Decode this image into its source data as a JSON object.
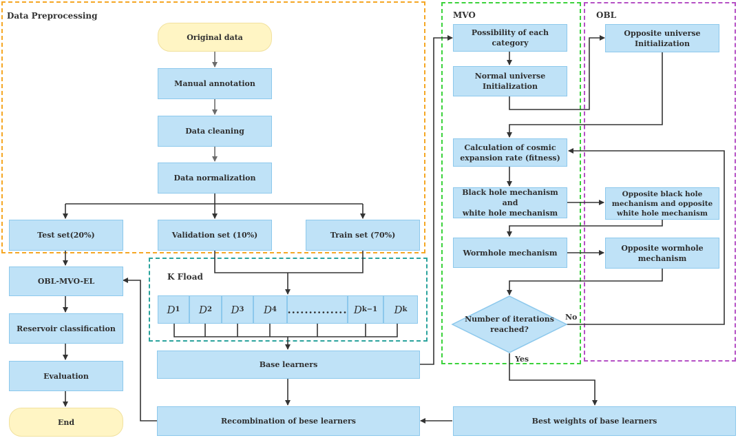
{
  "groups": {
    "data_preprocessing": "Data Preprocessing",
    "mvo": "MVO",
    "obl": "OBL",
    "kfold": "K Fload"
  },
  "nodes": {
    "original_data": "Original data",
    "manual_annotation": "Manual annotation",
    "data_cleaning": "Data cleaning",
    "data_normalization": "Data normalization",
    "test_set": "Test set(20%)",
    "validation_set": "Validation set (10%)",
    "train_set": "Train set (70%)",
    "obl_mvo_el": "OBL-MVO-EL",
    "reservoir_classification": "Reservoir classification",
    "evaluation": "Evaluation",
    "end": "End",
    "base_learners": "Base learners",
    "recombination": "Recombination of bese learners",
    "best_weights": "Best weights of base learners",
    "possibility": "Possibility of each category",
    "normal_universe": "Normal universe\nInitialization",
    "opposite_universe": "Opposite universe\nInitialization",
    "cosmic_expansion": "Calculation of cosmic\nexpansion rate (fitness)",
    "black_white_hole": "Black hole mechanism and\nwhite hole mechanism",
    "opposite_black_white": "Opposite black hole\nmechanism and opposite\nwhite hole mechanism",
    "wormhole": "Wormhole mechanism",
    "opposite_wormhole": "Opposite wormhole\nmechanism",
    "iterations_reached": "Number of iterations\nreached?"
  },
  "kfold_cells": [
    {
      "base": "D",
      "sub": "1"
    },
    {
      "base": "D",
      "sub": "2"
    },
    {
      "base": "D",
      "sub": "3"
    },
    {
      "base": "D",
      "sub": "4"
    },
    {
      "base": "..............",
      "sub": ""
    },
    {
      "base": "D",
      "sub": "k−1"
    },
    {
      "base": "D",
      "sub": "k"
    }
  ],
  "edge_labels": {
    "yes": "Yes",
    "no": "No"
  },
  "colors": {
    "data_preprocessing_border": "#f5a623",
    "mvo_border": "#3ad23a",
    "obl_border": "#b44fc4",
    "kfold_border": "#2aa39c",
    "node_fill": "#bfe2f7",
    "node_border": "#8cc8ec",
    "terminal_fill": "#fff5c4",
    "arrow": "#333333"
  }
}
